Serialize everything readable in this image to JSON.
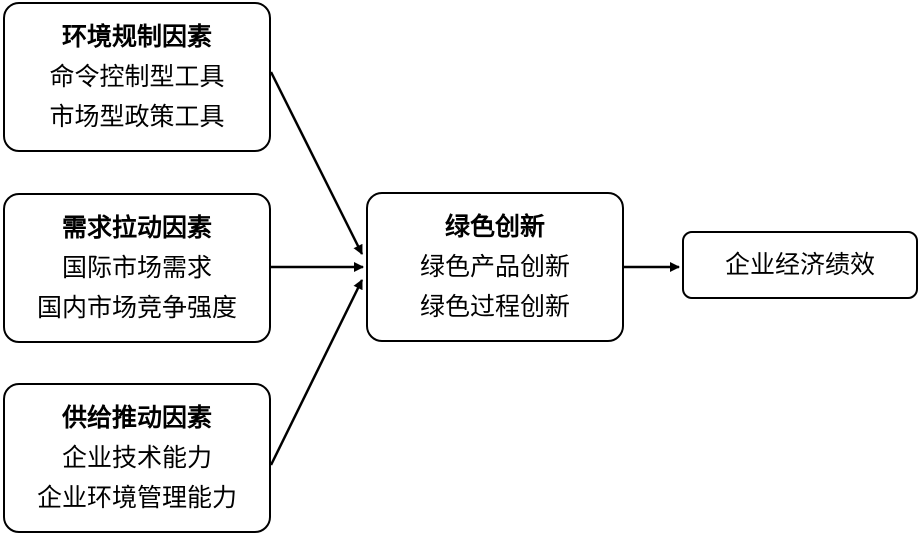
{
  "factors": {
    "environmental": {
      "title": "环境规制因素",
      "items": [
        "命令控制型工具",
        "市场型政策工具"
      ]
    },
    "demand": {
      "title": "需求拉动因素",
      "items": [
        "国际市场需求",
        "国内市场竞争强度"
      ]
    },
    "supply": {
      "title": "供给推动因素",
      "items": [
        "企业技术能力",
        "企业环境管理能力"
      ]
    }
  },
  "green_innovation": {
    "title": "绿色创新",
    "items": [
      "绿色产品创新",
      "绿色过程创新"
    ]
  },
  "outcome": {
    "label": "企业经济绩效"
  },
  "colors": {
    "stroke": "#000000",
    "background": "#ffffff"
  }
}
